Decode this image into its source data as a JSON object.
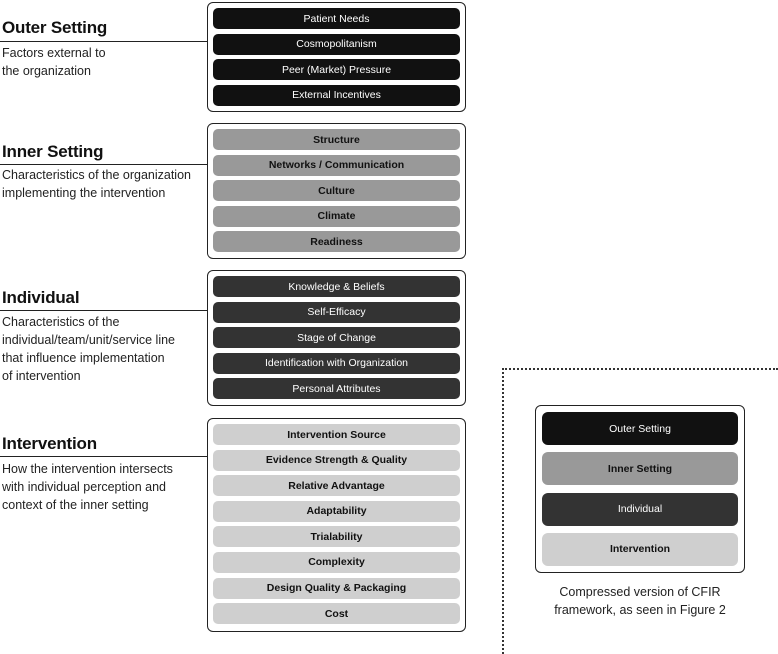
{
  "outer": {
    "title": "Outer Setting",
    "desc": [
      "Factors external to",
      "the organization"
    ],
    "items": [
      "Patient Needs",
      "Cosmopolitanism",
      "Peer (Market) Pressure",
      "External Incentives"
    ]
  },
  "inner": {
    "title": "Inner Setting",
    "desc": [
      "Characteristics of the organization",
      "implementing the intervention"
    ],
    "items": [
      "Structure",
      "Networks / Communication",
      "Culture",
      "Climate",
      "Readiness"
    ]
  },
  "individual": {
    "title": "Individual",
    "desc": [
      "Characteristics of the",
      "individual/team/unit/service line",
      "that influence implementation",
      "of intervention"
    ],
    "items": [
      "Knowledge & Beliefs",
      "Self-Efficacy",
      "Stage of Change",
      "Identification with Organization",
      "Personal Attributes"
    ]
  },
  "intervention": {
    "title": "Intervention",
    "desc": [
      "How the intervention intersects",
      "with individual perception and",
      "context of the inner setting"
    ],
    "items": [
      "Intervention Source",
      "Evidence Strength & Quality",
      "Relative Advantage",
      "Adaptability",
      "Trialability",
      "Complexity",
      "Design Quality & Packaging",
      "Cost"
    ]
  },
  "compressed": {
    "items": [
      "Outer Setting",
      "Inner Setting",
      "Individual",
      "Intervention"
    ],
    "caption": [
      "Compressed version of CFIR",
      "framework, as seen in Figure 2"
    ]
  },
  "colors": {
    "outer": "#111111",
    "inner": "#999999",
    "individual": "#333333",
    "intervention": "#cfcfcf"
  }
}
